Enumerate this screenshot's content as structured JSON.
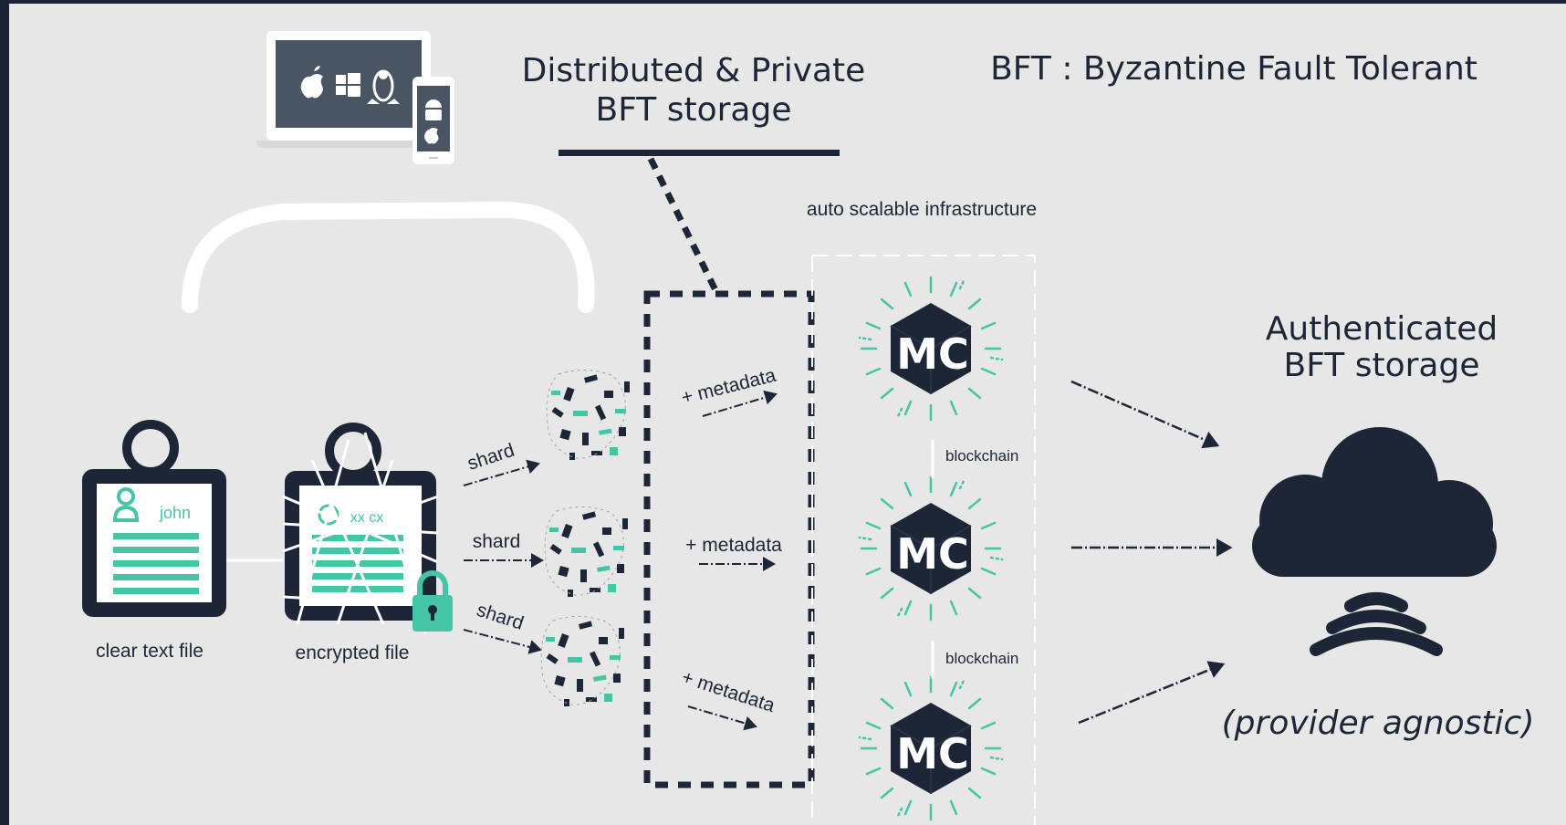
{
  "title": {
    "line1": "Distributed & Private",
    "line2": "BFT storage"
  },
  "bft_definition": "BFT : Byzantine Fault Tolerant",
  "infrastructure_label": "auto scalable infrastructure",
  "authenticated": {
    "line1": "Authenticated",
    "line2": "BFT storage"
  },
  "provider_note": "(provider agnostic)",
  "files": {
    "clear_label": "clear text file",
    "clear_name": "john",
    "encrypted_label": "encrypted file",
    "encrypted_name": "xx cx"
  },
  "shard_labels": [
    "shard",
    "shard",
    "shard"
  ],
  "metadata_labels": [
    "+ metadata",
    "+ metadata",
    "+ metadata"
  ],
  "node_logo": "MC",
  "blockchain_labels": [
    "blockchain",
    "blockchain"
  ],
  "colors": {
    "dark": "#1d2636",
    "teal": "#45c4a6",
    "background": "#e7e7e7",
    "frame": "#1b2233"
  },
  "icons": [
    "apple-icon",
    "windows-icon",
    "linux-icon",
    "android-icon",
    "lock-icon",
    "cloud-icon",
    "wifi-signal-icon"
  ]
}
